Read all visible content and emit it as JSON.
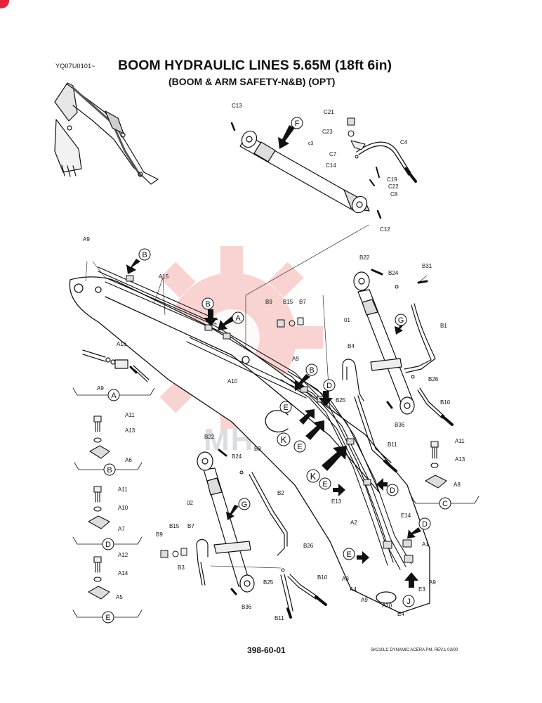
{
  "header": {
    "serial": "YQ07U0101~",
    "title": "BOOM  HYDRAULIC LINES 5.65M (18ft 6in)",
    "subtitle": "(BOOM & ARM SAFETY-N&B) (OPT)"
  },
  "footer": {
    "page_number": "398-60-01",
    "revision": "SK210LC DYNAMIC ACERA PM, REV.1 03/00"
  },
  "watermark": "MHTEK",
  "colors": {
    "line": "#111111",
    "watermark": "#f08080",
    "corner_badge": "#e8223a"
  },
  "callouts": {
    "A": "A",
    "B": "B",
    "C": "C",
    "D": "D",
    "E": "E",
    "F": "F",
    "G": "G",
    "J": "J",
    "K": "K"
  },
  "parts": {
    "A1": "A1",
    "A2": "A2",
    "A3": "A3",
    "A4": "A4",
    "A5": "A5",
    "A6": "A6",
    "A7": "A7",
    "A8": "A8",
    "A9": "A9",
    "A10": "A10",
    "A11": "A11",
    "A12": "A12",
    "A13": "A13",
    "A14": "A14",
    "A15": "A15",
    "A16": "A16",
    "B1": "B1",
    "B2": "B2",
    "B3": "B3",
    "B4": "B4",
    "B7": "B7",
    "B9": "B9",
    "B10": "B10",
    "B11": "B11",
    "B15": "B15",
    "B22": "B22",
    "B24": "B24",
    "B25": "B25",
    "B26": "B26",
    "B31": "B31",
    "B36": "B36",
    "C3": "c3",
    "C4": "C4",
    "C7": "C7",
    "C8": "C8",
    "C12": "C12",
    "C13": "C13",
    "C14": "C14",
    "C19": "C19",
    "C21": "C21",
    "C22": "C22",
    "C23": "C23",
    "E3": "E3",
    "E4": "E4",
    "E13": "E13",
    "E14": "E14",
    "P01": "01",
    "P02": "02"
  }
}
